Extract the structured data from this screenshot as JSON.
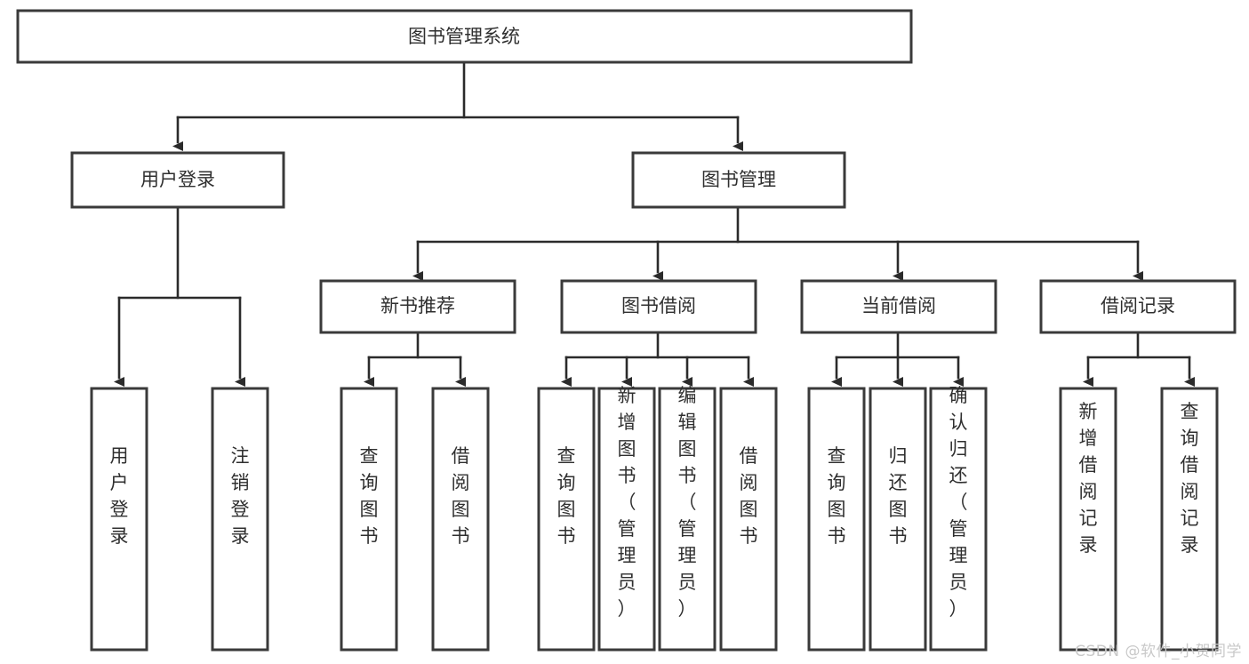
{
  "diagram": {
    "type": "tree-hierarchy",
    "title": "图书管理系统",
    "watermark": "CSDN @软件_小贺同学",
    "colors": {
      "box_stroke": "#3a3a3a",
      "box_fill": "#ffffff",
      "edge": "#2b2b2b",
      "text": "#2f2f2f",
      "watermark": "#c9c9c9",
      "background": "#ffffff"
    },
    "levels": {
      "root": {
        "label": "图书管理系统"
      },
      "level2": [
        {
          "label": "用户登录"
        },
        {
          "label": "图书管理"
        }
      ],
      "level3": [
        {
          "label": "新书推荐"
        },
        {
          "label": "图书借阅"
        },
        {
          "label": "当前借阅"
        },
        {
          "label": "借阅记录"
        }
      ],
      "leaves": {
        "user_login": [
          {
            "label": "用户登录"
          },
          {
            "label": "注销登录"
          }
        ],
        "new_book_recommend": [
          {
            "label": "查询图书"
          },
          {
            "label": "借阅图书"
          }
        ],
        "book_borrow": [
          {
            "label": "查询图书"
          },
          {
            "label": "新增图书（管理员）"
          },
          {
            "label": "编辑图书（管理员）"
          },
          {
            "label": "借阅图书"
          }
        ],
        "current_borrow": [
          {
            "label": "查询图书"
          },
          {
            "label": "归还图书"
          },
          {
            "label": "确认归还（管理员）"
          }
        ],
        "borrow_record": [
          {
            "label": "新增借阅记录"
          },
          {
            "label": "查询借阅记录"
          }
        ]
      }
    }
  }
}
